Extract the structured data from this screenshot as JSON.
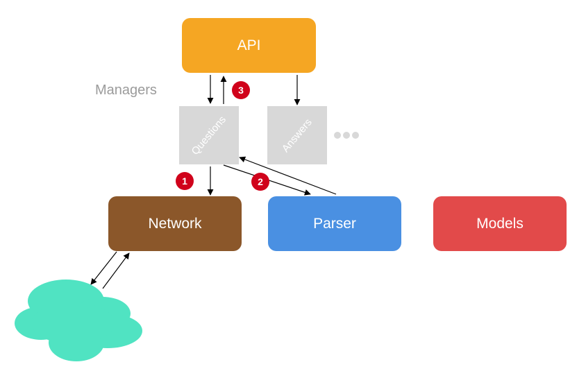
{
  "components": {
    "api": "API",
    "network": "Network",
    "parser": "Parser",
    "models": "Models"
  },
  "managers": {
    "label": "Managers",
    "questions": "Questions",
    "answers": "Answers",
    "more_indicator": "•••"
  },
  "steps": {
    "one": "1",
    "two": "2",
    "three": "3"
  },
  "colors": {
    "api": "#f5a623",
    "network": "#8b572a",
    "parser": "#4a90e2",
    "models": "#e24a4a",
    "manager_box": "#d8d8d8",
    "badge": "#d0021b",
    "cloud": "#50e3c2"
  },
  "icons": {
    "internet": "cloud-icon"
  }
}
